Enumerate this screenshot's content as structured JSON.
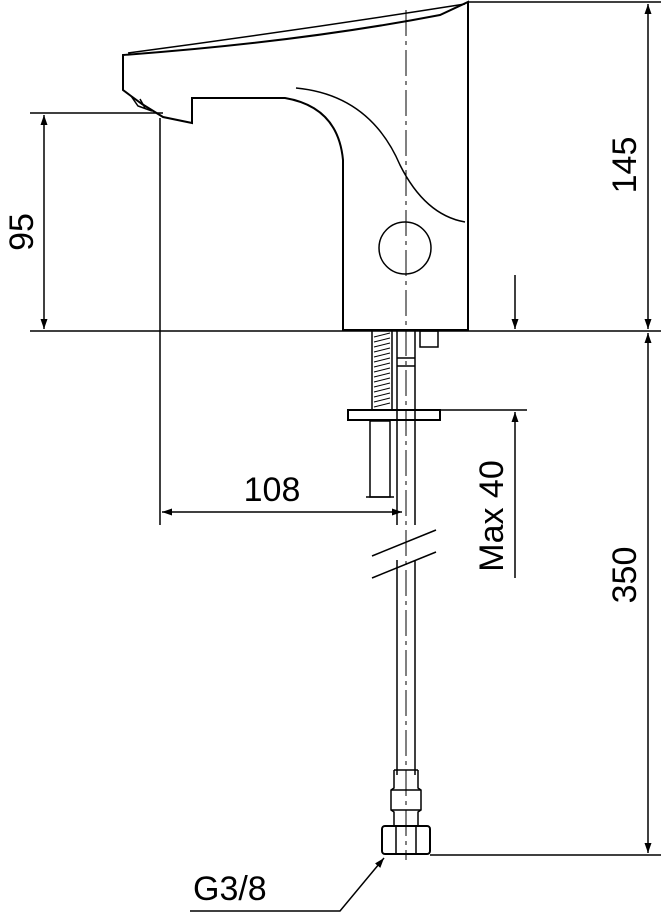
{
  "dimensions": {
    "spout_height": "95",
    "total_height": "145",
    "spout_reach": "108",
    "max_deck_thickness": "Max 40",
    "hose_length": "350",
    "connection_thread": "G3/8"
  },
  "colors": {
    "line": "#000000",
    "background": "#ffffff"
  }
}
